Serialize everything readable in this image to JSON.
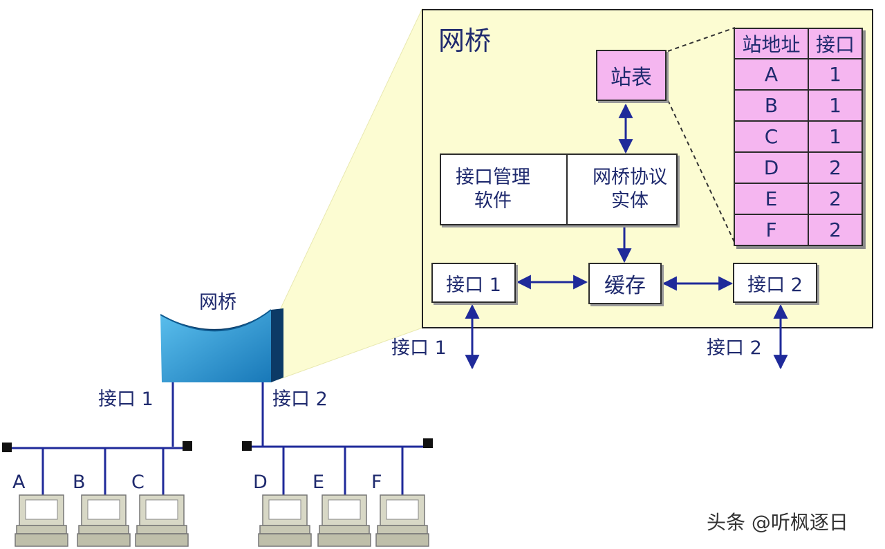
{
  "bridge_outer_label": "网桥",
  "bridge_panel_title": "网桥",
  "station_box_label": "站表",
  "mgmt_box": {
    "line1": "接口管理",
    "line2": "软件"
  },
  "protocol_box": {
    "line1": "网桥协议",
    "line2": "实体"
  },
  "cache_box_label": "缓存",
  "inner_port1_label": "接口 1",
  "inner_port2_label": "接口 2",
  "outside_port1_label": "接口 1",
  "outside_port2_label": "接口 2",
  "lan_port1_label": "接口 1",
  "lan_port2_label": "接口 2",
  "station_table": {
    "headers": [
      "站地址",
      "接口"
    ],
    "rows": [
      [
        "A",
        "1"
      ],
      [
        "B",
        "1"
      ],
      [
        "C",
        "1"
      ],
      [
        "D",
        "2"
      ],
      [
        "E",
        "2"
      ],
      [
        "F",
        "2"
      ]
    ]
  },
  "hosts": [
    "A",
    "B",
    "C",
    "D",
    "E",
    "F"
  ],
  "watermark": "头条 @听枫逐日",
  "colors": {
    "panel": "#fcfcd2",
    "pink": "#f5b6f0",
    "line": "#1f2a9a",
    "bridge": "#1e90d0"
  }
}
